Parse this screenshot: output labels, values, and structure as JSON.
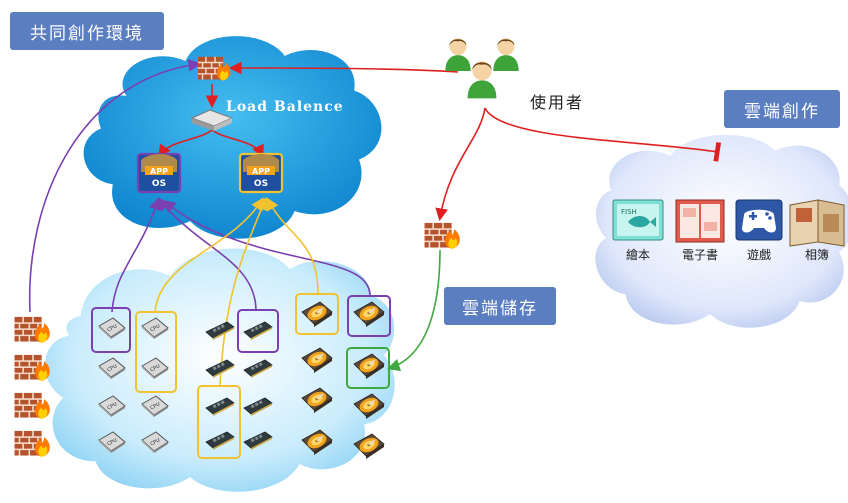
{
  "labels": {
    "collab_env": "共同創作環境",
    "cloud_creation": "雲端創作",
    "cloud_storage": "雲端儲存",
    "users": "使用者",
    "load_balance": "Load Balence"
  },
  "os_icon": {
    "app": "APP",
    "os": "OS"
  },
  "apps": [
    {
      "label": "繪本",
      "icon": "picture-book-icon",
      "badge": "FISH"
    },
    {
      "label": "電子書",
      "icon": "ebook-icon"
    },
    {
      "label": "遊戲",
      "icon": "gamepad-icon"
    },
    {
      "label": "相簿",
      "icon": "photo-album-icon"
    }
  ],
  "cpu_chip_text": "CPU",
  "colors": {
    "label_box": "#5b7ec1",
    "top_cloud": "#1aa0e0",
    "bottom_cloud": "#bfe8fb",
    "right_cloud": "#d8e3fb",
    "red_arrow": "#e02020",
    "purple_line": "#7a3fb0",
    "yellow_line": "#f2c230",
    "green_line": "#40a840"
  }
}
